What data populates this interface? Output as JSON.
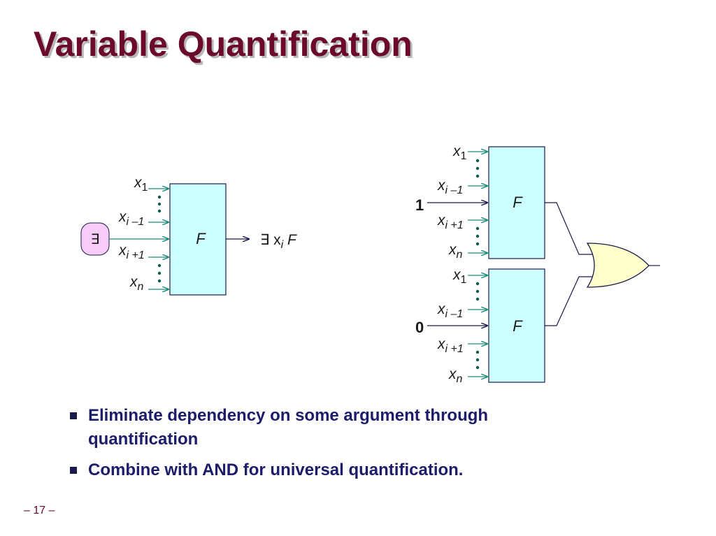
{
  "slide": {
    "title": "Variable Quantification",
    "page_number": "– 17 –"
  },
  "diagram": {
    "left": {
      "inputs": [
        {
          "var": "x",
          "sub": "1"
        },
        {
          "var": "x",
          "sub": "i –1"
        },
        {
          "var": "x",
          "sub": "i +1"
        },
        {
          "var": "x",
          "sub": "n"
        }
      ],
      "quantifier_symbol": "∃",
      "box_label": "F",
      "output_prefix": "∃ x",
      "output_sub": "i",
      "output_suffix": " F"
    },
    "right": {
      "box_label": "F",
      "top_constant": "1",
      "bottom_constant": "0",
      "inputs": [
        {
          "var": "x",
          "sub": "1"
        },
        {
          "var": "x",
          "sub": "i –1"
        },
        {
          "var": "x",
          "sub": "i +1"
        },
        {
          "var": "x",
          "sub": "n"
        }
      ],
      "gate": "or-gate"
    }
  },
  "bullets": [
    "Eliminate dependency on some argument through quantification",
    "Combine with AND for universal quantification."
  ],
  "colors": {
    "title": "#6b0a2a",
    "box_fill": "#ccffff",
    "arrow": "#1a8c7a",
    "dots": "#0b5c4c",
    "quantifier_fill": "#f8ccf8",
    "gate_fill": "#ffffcc",
    "bullet_text": "#1c1c6b"
  }
}
